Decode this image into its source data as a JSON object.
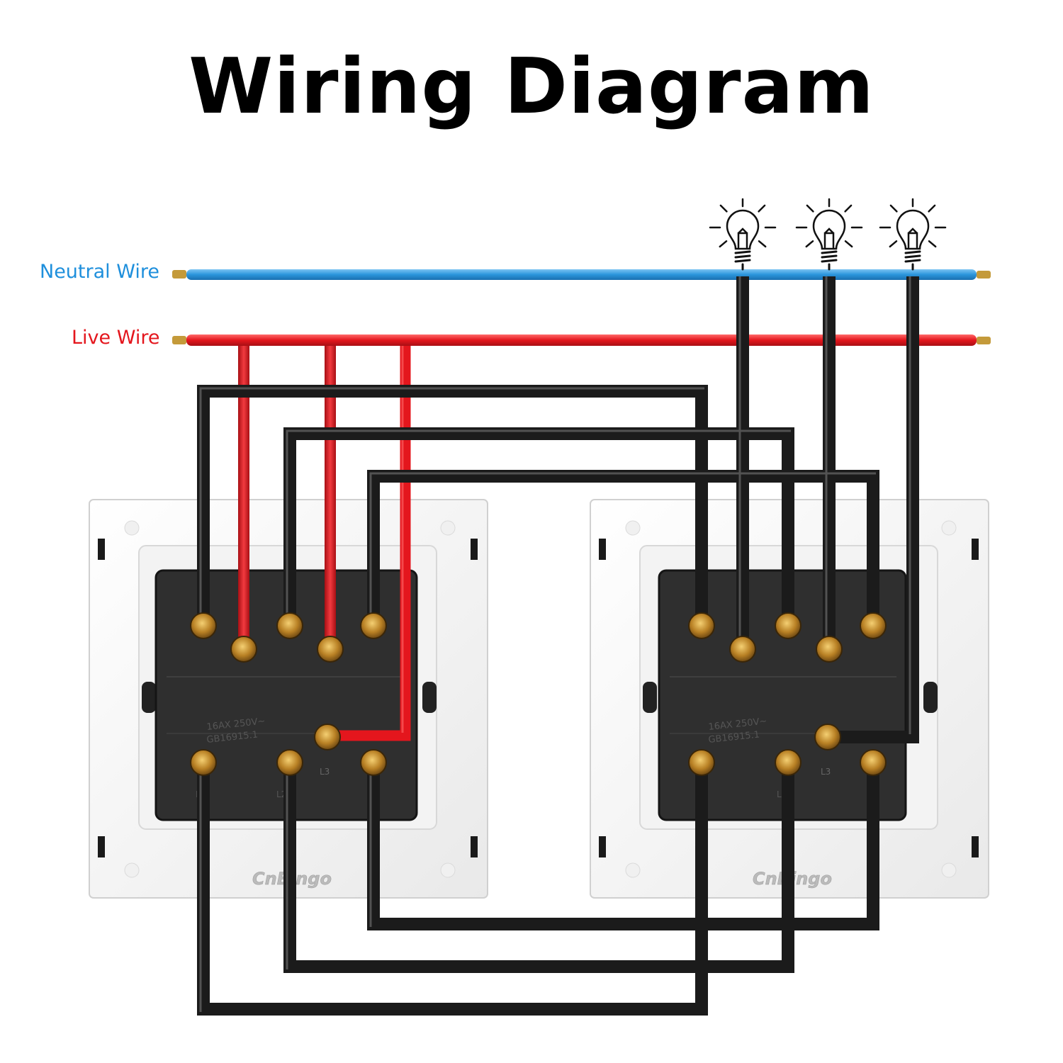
{
  "title": "Wiring Diagram",
  "neutral_label": "Neutral Wire",
  "live_label": "Live Wire",
  "colors": {
    "neutral": "#1e8fdc",
    "live": "#e4161d",
    "switch_wire": "#2a2a2a",
    "terminal": "#c08a2a",
    "switch_body": "#2f2f2f",
    "plate": "#ffffff"
  },
  "switches": [
    {
      "brand": "CnBingo",
      "rating": "16AX 250V~",
      "standard": "GB16915.1",
      "terminal_labels": [
        "L1",
        "L2",
        "L3"
      ]
    },
    {
      "brand": "CnBingo",
      "rating": "16AX 250V~",
      "standard": "GB16915.1",
      "terminal_labels": [
        "L1",
        "L2",
        "L3"
      ]
    }
  ],
  "lamps": [
    {
      "icon": "light-bulb-icon"
    },
    {
      "icon": "light-bulb-icon"
    },
    {
      "icon": "light-bulb-icon"
    }
  ]
}
